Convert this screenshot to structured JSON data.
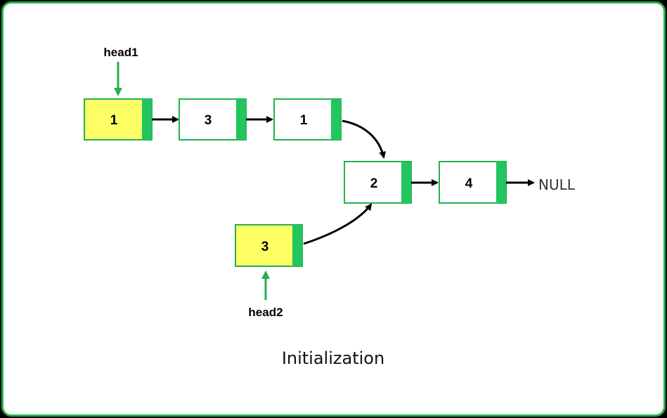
{
  "colors": {
    "border": "#22b14c",
    "node_border": "#22b14c",
    "next_block": "#22c55e",
    "head_fill": "#ffff66",
    "node_fill": "#ffffff",
    "arrow": "#000000",
    "pointer_arrow": "#22b14c"
  },
  "list1": {
    "head_label": "head1",
    "nodes": [
      "1",
      "3",
      "1"
    ]
  },
  "list2": {
    "head_label": "head2",
    "nodes": [
      "3"
    ]
  },
  "shared": {
    "nodes": [
      "2",
      "4"
    ],
    "terminator": "NULL"
  },
  "caption": "Initialization"
}
